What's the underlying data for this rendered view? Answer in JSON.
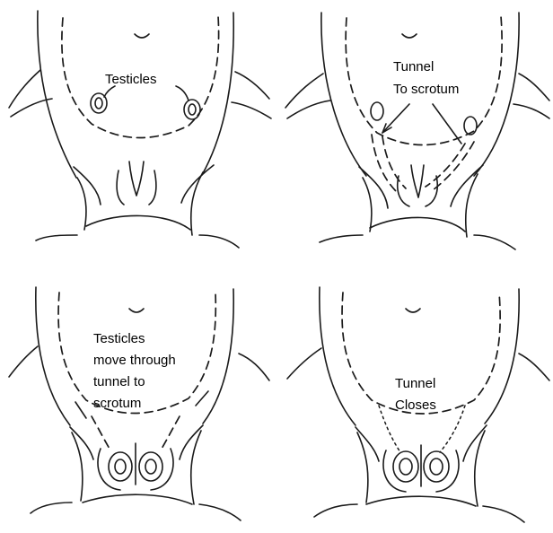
{
  "panels": [
    {
      "id": "top-left",
      "lines": [
        "Testicles"
      ]
    },
    {
      "id": "top-right",
      "lines": [
        "Tunnel",
        "To scrotum"
      ]
    },
    {
      "id": "bottom-left",
      "lines": [
        "Testicles",
        "move through",
        "tunnel to",
        "scrotum"
      ]
    },
    {
      "id": "bottom-right",
      "lines": [
        "Tunnel",
        "Closes"
      ]
    }
  ]
}
